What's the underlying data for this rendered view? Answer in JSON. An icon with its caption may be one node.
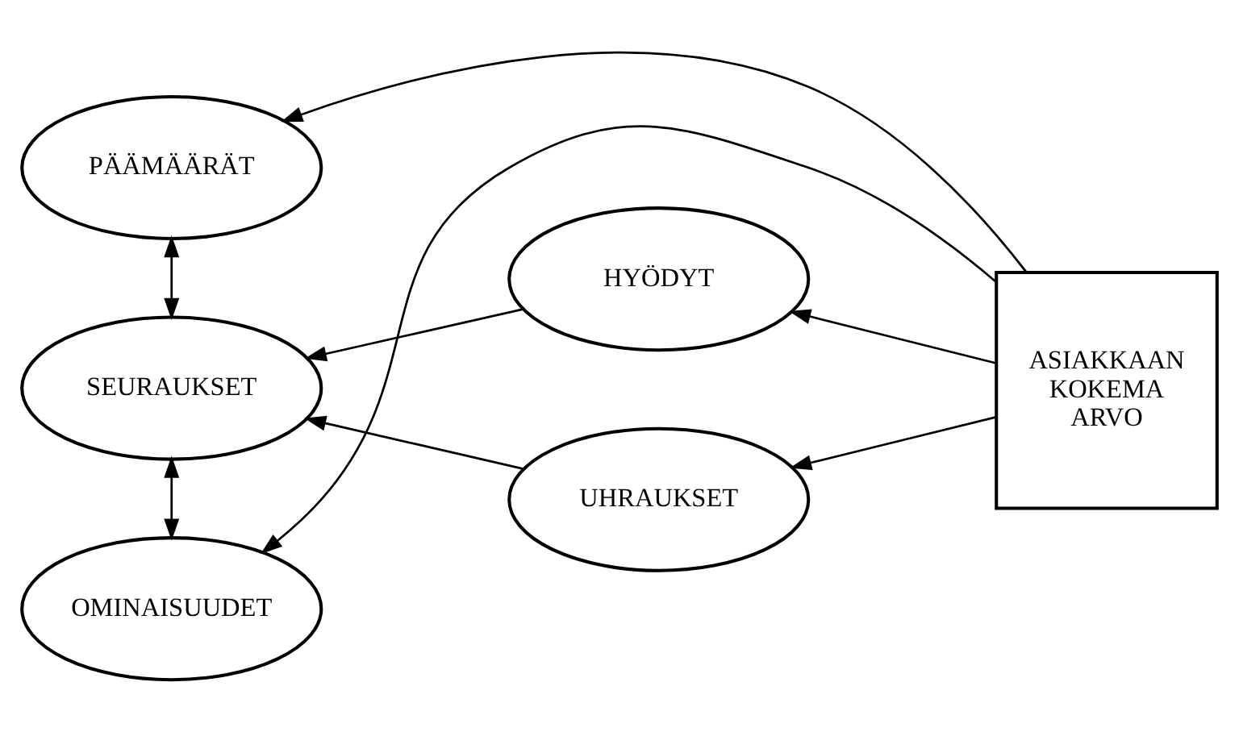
{
  "diagram": {
    "nodes": [
      {
        "text": [
          "PÄÄMÄÄRÄT"
        ]
      },
      {
        "text": [
          "SEURAUKSET"
        ]
      },
      {
        "text": [
          "OMINAISUUDET"
        ]
      },
      {
        "text": [
          "HYÖDYT"
        ]
      },
      {
        "text": [
          "UHRAUKSET"
        ]
      },
      {
        "text": [
          "ASIAKKAAN KOKEMA ARVO"
        ]
      }
    ],
    "edges": [
      {
        "from": 0,
        "to": 1,
        "arrow": "both"
      },
      {
        "from": 1,
        "to": 2,
        "arrow": "both"
      },
      {
        "from": 3,
        "to": 1,
        "arrow": "to"
      },
      {
        "from": 4,
        "to": 1,
        "arrow": "to"
      },
      {
        "from": 5,
        "to": 3,
        "arrow": "to"
      },
      {
        "from": 5,
        "to": 4,
        "arrow": "to"
      },
      {
        "from": 5,
        "to": 0,
        "arrow": "to"
      },
      {
        "from": 5,
        "to": 2,
        "arrow": "to"
      }
    ]
  }
}
